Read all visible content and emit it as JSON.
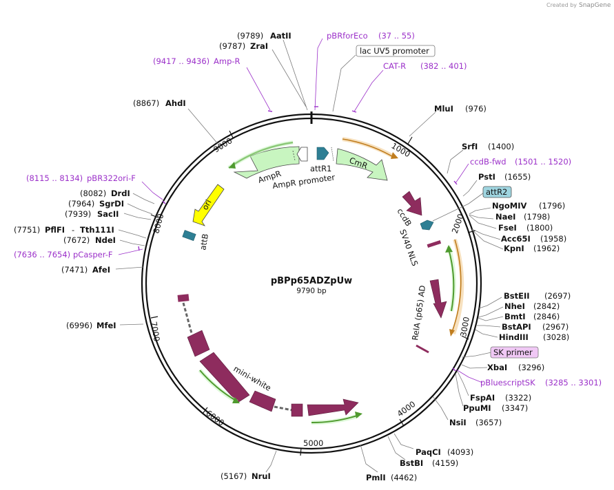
{
  "credit": {
    "prefix": "Created by",
    "brand": "SnapGene"
  },
  "plasmid": {
    "name": "pBPp65ADZpUw",
    "length_label": "9790 bp"
  },
  "ticks": [
    "1000",
    "2000",
    "3000",
    "4000",
    "5000",
    "6000",
    "7000",
    "8000",
    "9000"
  ],
  "sites": [
    {
      "name": "AatII",
      "pos": "(9789)"
    },
    {
      "name": "ZraI",
      "pos": "(9787)"
    },
    {
      "name": "AhdI",
      "pos": "(8867)"
    },
    {
      "name": "MluI",
      "pos": "(976)"
    },
    {
      "name": "SrfI",
      "pos": "(1400)"
    },
    {
      "name": "PstI",
      "pos": "(1655)"
    },
    {
      "name": "NgoMIV",
      "pos": "(1796)"
    },
    {
      "name": "NaeI",
      "pos": "(1798)"
    },
    {
      "name": "FseI",
      "pos": "(1800)"
    },
    {
      "name": "Acc65I",
      "pos": "(1958)"
    },
    {
      "name": "KpnI",
      "pos": "(1962)"
    },
    {
      "name": "BstEII",
      "pos": "(2697)"
    },
    {
      "name": "NheI",
      "pos": "(2842)"
    },
    {
      "name": "BmtI",
      "pos": "(2846)"
    },
    {
      "name": "BstAPI",
      "pos": "(2967)"
    },
    {
      "name": "HindIII",
      "pos": "(3028)"
    },
    {
      "name": "XbaI",
      "pos": "(3296)"
    },
    {
      "name": "FspAI",
      "pos": "(3322)"
    },
    {
      "name": "PpuMI",
      "pos": "(3347)"
    },
    {
      "name": "NsiI",
      "pos": "(3657)"
    },
    {
      "name": "PaqCI",
      "pos": "(4093)"
    },
    {
      "name": "BstBI",
      "pos": "(4159)"
    },
    {
      "name": "PmlI",
      "pos": "(4462)"
    },
    {
      "name": "NruI",
      "pos": "(5167)"
    },
    {
      "name": "MfeI",
      "pos": "(6996)"
    },
    {
      "name": "AfeI",
      "pos": "(7471)"
    },
    {
      "name": "NdeI",
      "pos": "(7672)"
    },
    {
      "name": "PflFI",
      "pos": "(7751)"
    },
    {
      "name": "Tth111I",
      "pos": ""
    },
    {
      "name": "SacII",
      "pos": "(7939)"
    },
    {
      "name": "SgrDI",
      "pos": "(7964)"
    },
    {
      "name": "DrdI",
      "pos": "(8082)"
    }
  ],
  "primers": [
    {
      "name": "pBRforEco",
      "range": "(37 .. 55)"
    },
    {
      "name": "Amp-R",
      "range": "(9417 .. 9436)"
    },
    {
      "name": "CAT-R",
      "range": "(382 .. 401)"
    },
    {
      "name": "ccdB-fwd",
      "range": "(1501 .. 1520)"
    },
    {
      "name": "pBR322ori-F",
      "range": "(8115 .. 8134)"
    },
    {
      "name": "pCasper-F",
      "range": "(7636 .. 7654)"
    },
    {
      "name": "pBluescriptSK",
      "range": "(3285 .. 3301)"
    }
  ],
  "boxed_labels": [
    {
      "text": "lac UV5 promoter"
    },
    {
      "text": "attR2"
    },
    {
      "text": "SK primer"
    }
  ],
  "features": [
    {
      "text": "AmpR"
    },
    {
      "text": "AmpR promoter"
    },
    {
      "text": "attR1"
    },
    {
      "text": "CmR"
    },
    {
      "text": "ori"
    },
    {
      "text": "attB"
    },
    {
      "text": "ccdB"
    },
    {
      "text": "SV40 NLS"
    },
    {
      "text": "RelA (p65) AD"
    },
    {
      "text": "mini-white"
    }
  ],
  "colors": {
    "map_ring": "#111111",
    "enzyme_lead": "#7a7a7a",
    "primer_purple": "#9b30c9",
    "ampr_green": "#c8f5c0",
    "ori_yellow": "#ffff00",
    "att_teal": "#2e7f94",
    "gene_maroon": "#8e2c5e",
    "orange_primer_arc": "#e7a948",
    "green_primer_arc": "#4f9a2e"
  }
}
